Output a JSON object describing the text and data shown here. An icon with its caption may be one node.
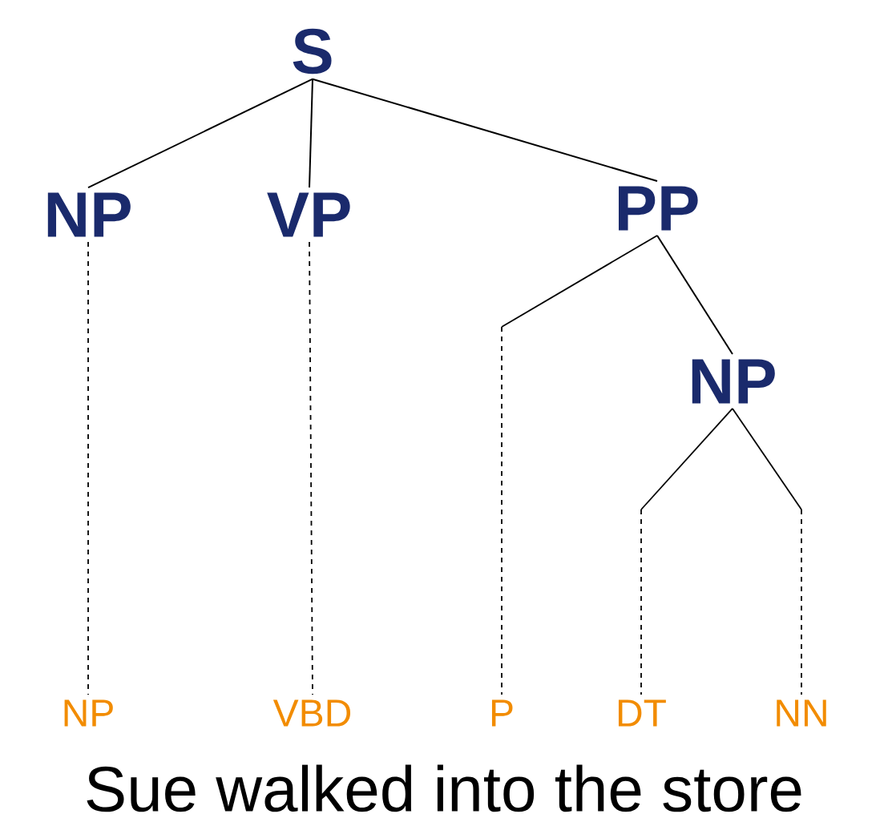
{
  "diagram": {
    "nodes": [
      {
        "text": [
          "S"
        ]
      },
      {
        "text": [
          "NP"
        ]
      },
      {
        "text": [
          "VP"
        ]
      },
      {
        "text": [
          "PP"
        ]
      },
      {
        "text": [
          "NP"
        ]
      },
      {
        "text": [
          "NP"
        ]
      },
      {
        "text": [
          "VBD"
        ]
      },
      {
        "text": [
          "P"
        ]
      },
      {
        "text": [
          "DT"
        ]
      },
      {
        "text": [
          "NN"
        ]
      }
    ],
    "edges": [
      {
        "from": 0,
        "to": 1,
        "arrow": "none"
      },
      {
        "from": 0,
        "to": 2,
        "arrow": "none"
      },
      {
        "from": 0,
        "to": 3,
        "arrow": "none"
      },
      {
        "from": 3,
        "to": 4,
        "arrow": "none"
      },
      {
        "from": 1,
        "to": 5,
        "arrow": "none",
        "style": "dashed"
      },
      {
        "from": 2,
        "to": 6,
        "arrow": "none",
        "style": "dashed"
      },
      {
        "from": 3,
        "to": 7,
        "arrow": "none",
        "style": "dashed"
      },
      {
        "from": 4,
        "to": 8,
        "arrow": "none",
        "style": "dashed"
      },
      {
        "from": 4,
        "to": 9,
        "arrow": "none",
        "style": "dashed"
      }
    ],
    "labels": [
      "Sue walked into the store"
    ]
  }
}
